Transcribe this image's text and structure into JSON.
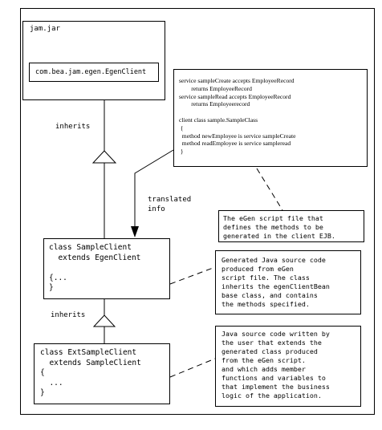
{
  "jar": {
    "title": "jam.jar",
    "class_name": "com.bea.jam.egen.EgenClient"
  },
  "script_box": {
    "text": "service sampleCreate accepts EmployeeRecord\n        returns EmployeeRecord\nservice sampleRead accepts EmployeeRecord\n        returns Employeerecord\n\nclient class sample.SampleClass\n {\n  method newEmployee is service sampleCreate\n  method readEmployee is service sampleread\n }"
  },
  "labels": {
    "inherits_top": "inherits",
    "inherits_bottom": "inherits",
    "translated_info": "translated\ninfo"
  },
  "sample_client": {
    "code": "class SampleClient\n  extends EgenClient\n\n{...\n}"
  },
  "ext_sample_client": {
    "code": "class ExtSampleClient\n  extends SampleClient\n{\n  ...\n}"
  },
  "notes": {
    "egen_script": "The eGen script file that\ndefines the methods to be\ngenerated in the client EJB.",
    "generated_code": "Generated Java source code\nproduced from eGen\nscript file. The class\ninherits the egenClientBean\nbase class, and contains\nthe methods specified.",
    "user_code": "Java source code written by\nthe user that extends the\ngenerated class produced\nfrom the eGen script.\nand which adds member\nfunctions and variables to\nthat implement the business\nlogic of the application."
  }
}
